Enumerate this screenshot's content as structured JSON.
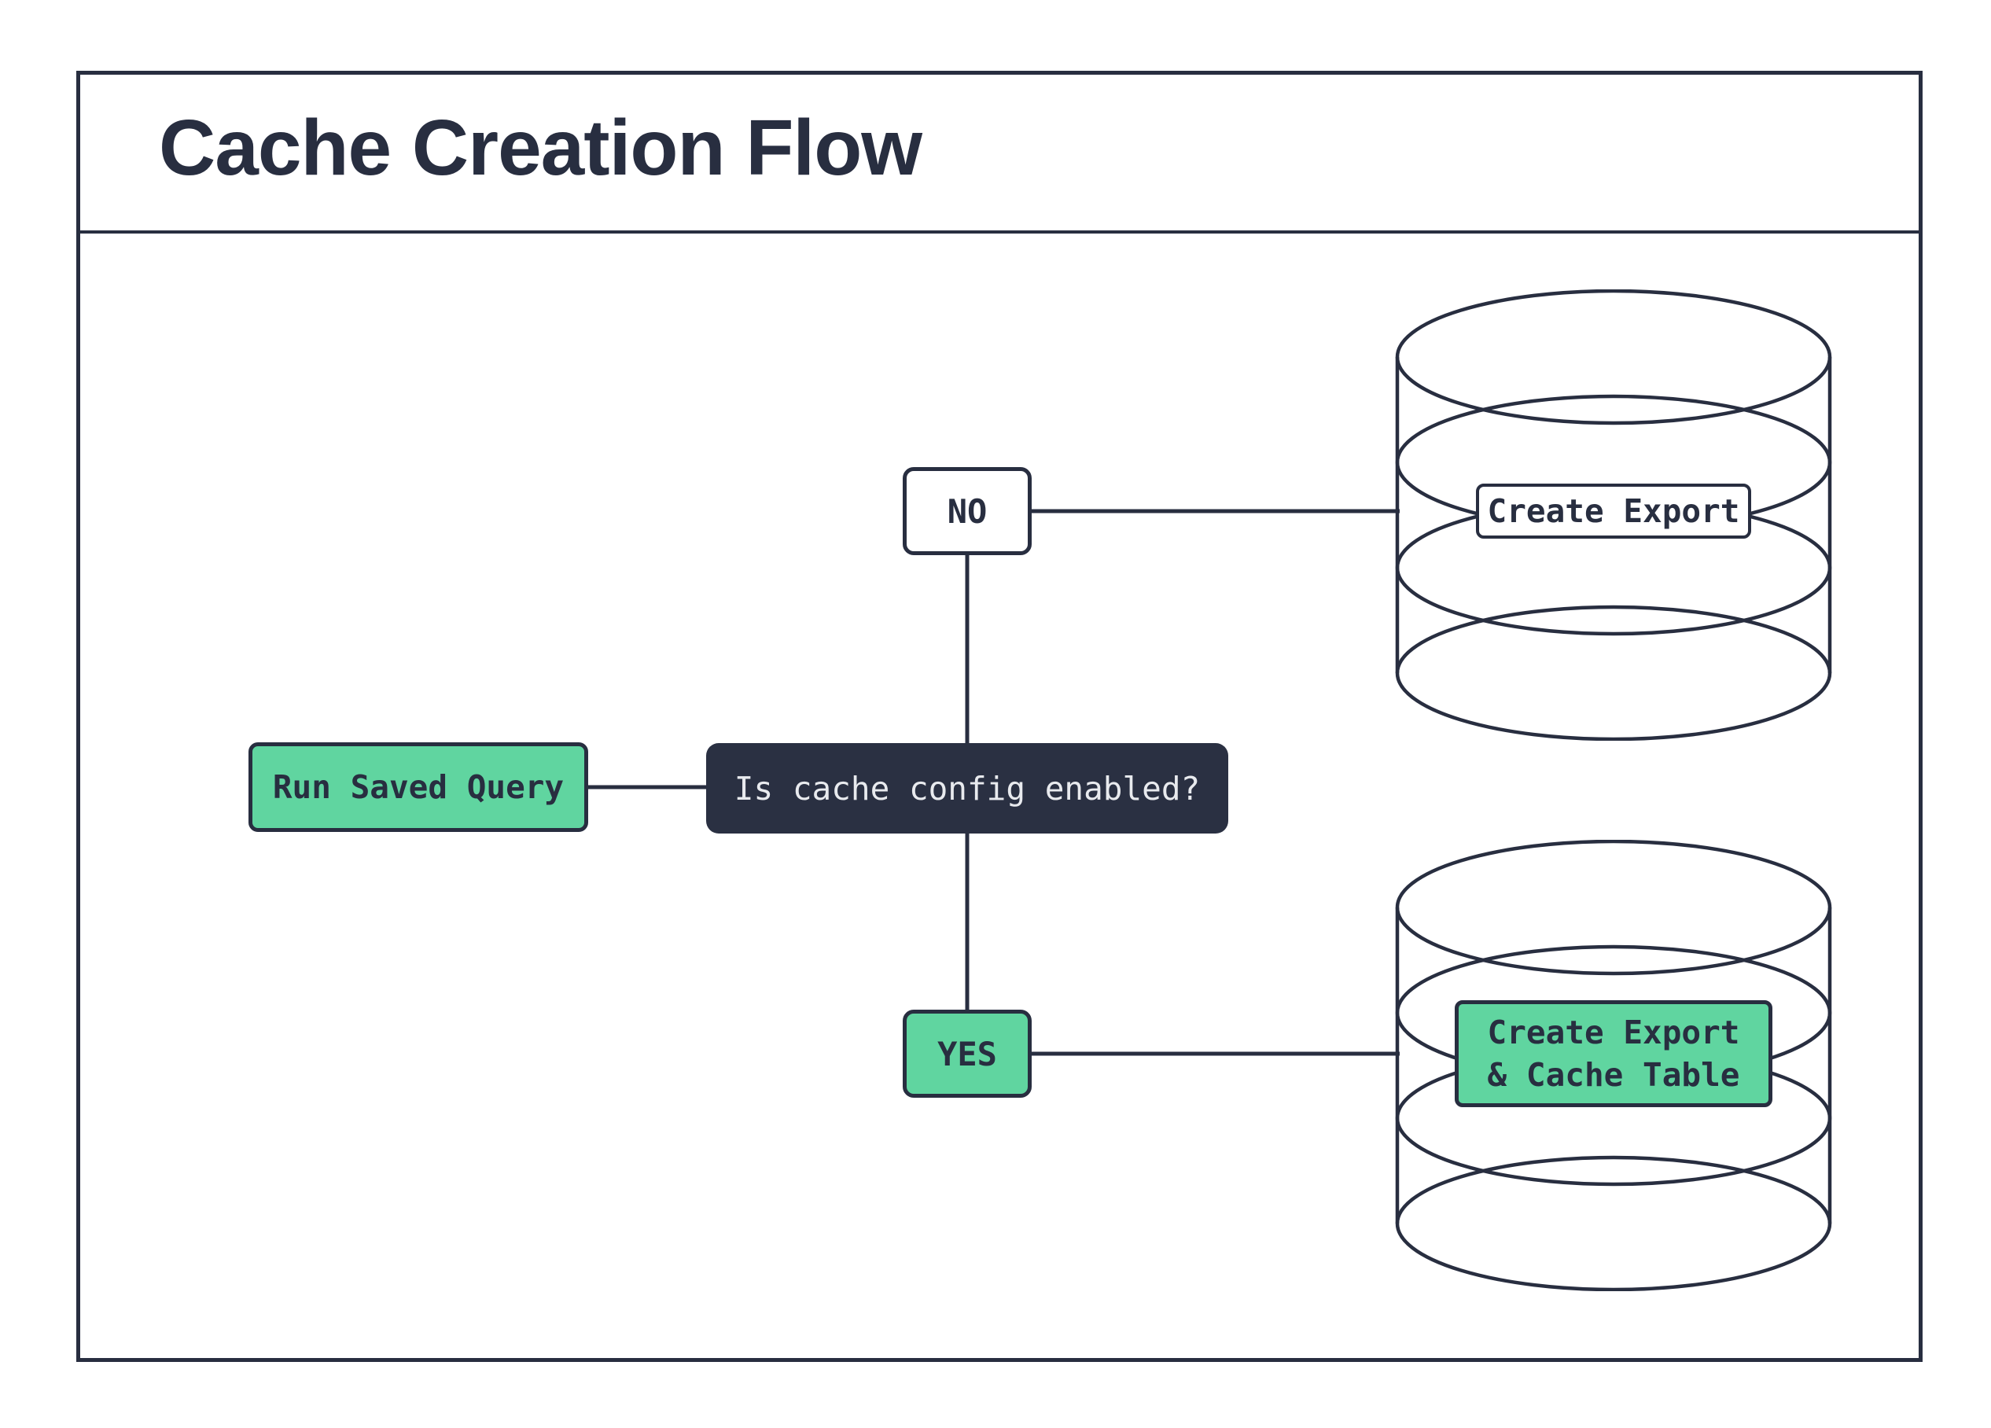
{
  "page": {
    "title": "Cache Creation Flow"
  },
  "colors": {
    "navy": "#282E40",
    "decision_fill": "#2A3042",
    "green": "#60D5A0",
    "white": "#FFFFFF",
    "light_text": "#E8EAEE"
  },
  "flow": {
    "start": {
      "label": "Run Saved Query"
    },
    "decision": {
      "label": "Is cache config enabled?"
    },
    "branch_no": {
      "label": "NO"
    },
    "branch_yes": {
      "label": "YES"
    },
    "no_result": {
      "label": "Create Export"
    },
    "yes_result": {
      "line1": "Create Export",
      "line2": "& Cache Table"
    }
  }
}
